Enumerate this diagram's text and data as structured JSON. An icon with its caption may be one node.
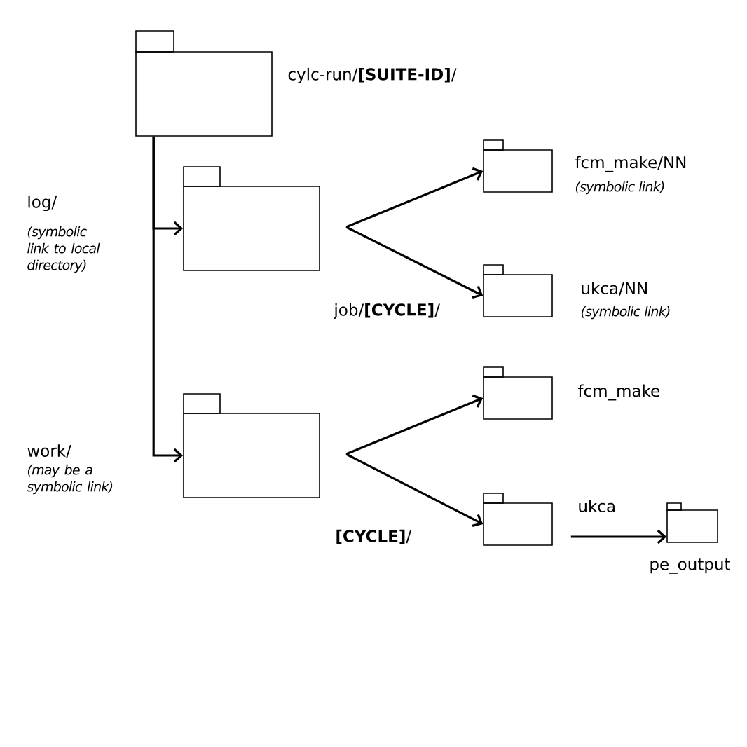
{
  "diagram": {
    "nodes": [
      {
        "text": [
          "cylc-run/**[SUITE-ID]**/"
        ]
      },
      {
        "text": [],
        "shape": "folder",
        "beside": [
          "log/",
          "(symbolic link to local directory)",
          "job/**[CYCLE]**/"
        ]
      },
      {
        "text": [
          "fcm_make/NN",
          "(symbolic link)"
        ]
      },
      {
        "text": [
          "ukca/NN",
          "(symbolic link)"
        ]
      },
      {
        "text": [],
        "shape": "folder",
        "beside": [
          "work/",
          "(may be a symbolic link)",
          "**[CYCLE]**/"
        ]
      },
      {
        "text": [
          "fcm_make"
        ]
      },
      {
        "text": [
          "ukca"
        ]
      },
      {
        "text": [
          "pe_output"
        ]
      }
    ],
    "edges": [
      {
        "from": 0,
        "to": 1,
        "arrow": "to"
      },
      {
        "from": 0,
        "to": 4,
        "arrow": "to"
      },
      {
        "from": 1,
        "to": 2,
        "arrow": "to"
      },
      {
        "from": 1,
        "to": 3,
        "arrow": "to"
      },
      {
        "from": 4,
        "to": 5,
        "arrow": "to"
      },
      {
        "from": 4,
        "to": 6,
        "arrow": "to"
      },
      {
        "from": 6,
        "to": 7,
        "arrow": "to"
      }
    ]
  }
}
